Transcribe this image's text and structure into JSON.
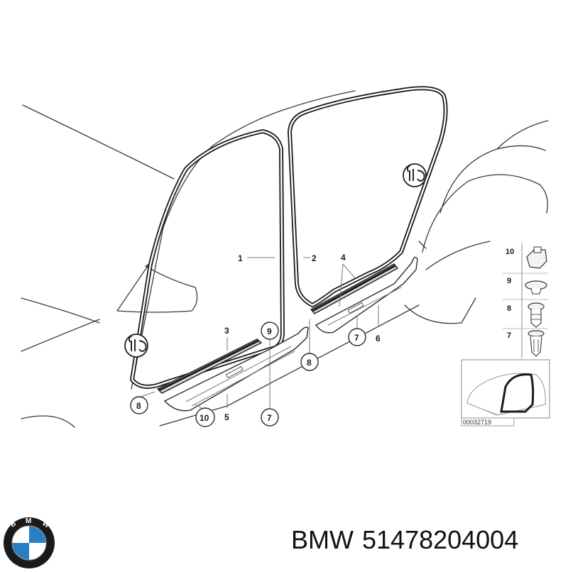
{
  "callouts": {
    "c1": "1",
    "c2": "2",
    "c3": "3",
    "c4": "4",
    "c5": "5",
    "c6": "6",
    "c7a": "7",
    "c7b": "7",
    "c8a": "8",
    "c8b": "8",
    "c9": "9",
    "c10": "10"
  },
  "legend": {
    "items": [
      {
        "num": "10",
        "icon": "clip-nut-icon"
      },
      {
        "num": "9",
        "icon": "round-plug-icon"
      },
      {
        "num": "8",
        "icon": "expanding-rivet-icon"
      },
      {
        "num": "7",
        "icon": "push-clip-icon"
      }
    ],
    "drawing_id": "00032719"
  },
  "caption": {
    "brand": "BMW",
    "part_number": "51478204004"
  },
  "logo": {
    "text": "BMW",
    "colors": {
      "blue": "#2a7fc4",
      "white": "#ffffff",
      "ring": "#1a1a1a"
    }
  }
}
